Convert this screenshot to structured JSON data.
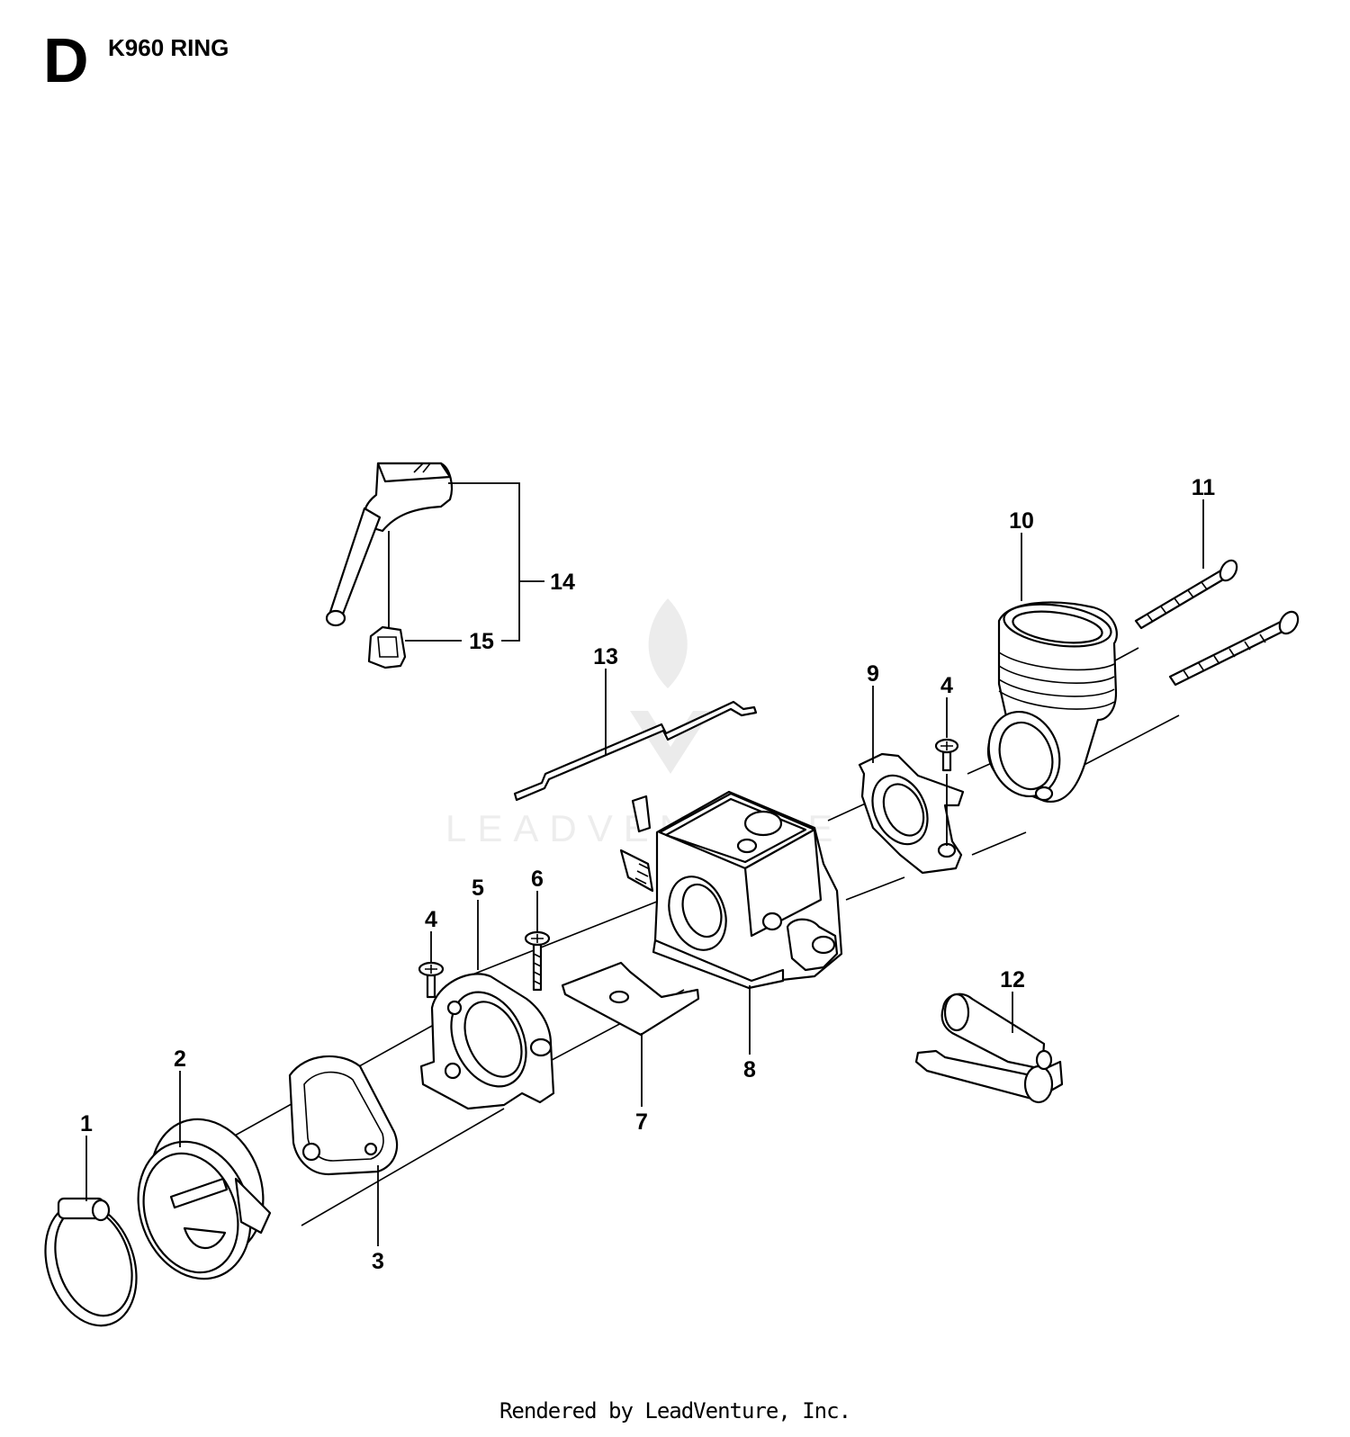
{
  "header": {
    "section_letter": "D",
    "model_title": "K960 RING"
  },
  "watermark": {
    "text": "LEADVENTURE"
  },
  "callouts": [
    {
      "id": "1",
      "label": "1"
    },
    {
      "id": "2",
      "label": "2"
    },
    {
      "id": "3",
      "label": "3"
    },
    {
      "id": "4a",
      "label": "4"
    },
    {
      "id": "4b",
      "label": "4"
    },
    {
      "id": "5",
      "label": "5"
    },
    {
      "id": "6",
      "label": "6"
    },
    {
      "id": "7",
      "label": "7"
    },
    {
      "id": "8",
      "label": "8"
    },
    {
      "id": "9",
      "label": "9"
    },
    {
      "id": "10",
      "label": "10"
    },
    {
      "id": "11",
      "label": "11"
    },
    {
      "id": "12",
      "label": "12"
    },
    {
      "id": "13",
      "label": "13"
    },
    {
      "id": "14",
      "label": "14"
    },
    {
      "id": "15",
      "label": "15"
    }
  ],
  "footer": {
    "text": "Rendered by LeadVenture, Inc."
  }
}
